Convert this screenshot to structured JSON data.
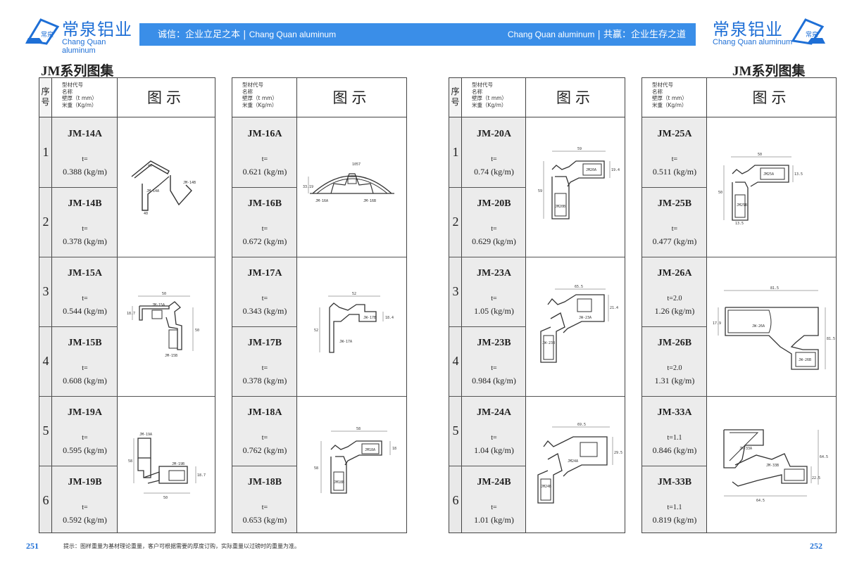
{
  "brand": {
    "name_cn": "常泉铝业",
    "name_en": "Chang Quan aluminum",
    "mark_text": "常泉"
  },
  "header": {
    "left_slogan": "诚信：企业立足之本",
    "left_en": "Chang Quan aluminum",
    "right_en": "Chang Quan aluminum",
    "right_slogan": "共赢：企业生存之道",
    "divider": "|"
  },
  "section_title": "JM系列图集",
  "table_header": {
    "seq": "序号",
    "spec_lines": [
      "型材代号",
      "名称",
      "壁厚（t mm）",
      "米重（Kg/m）"
    ],
    "figure": "图示"
  },
  "pages": [
    {
      "page_number": "251",
      "blocks": [
        {
          "with_seq": true,
          "items": [
            {
              "seq": "1",
              "code": "JM-14A",
              "t": "t=",
              "weight": "0.388 (kg/m)"
            },
            {
              "seq": "2",
              "code": "JM-14B",
              "t": "t=",
              "weight": "0.378 (kg/m)"
            },
            {
              "seq": "3",
              "code": "JM-15A",
              "t": "t=",
              "weight": "0.544 (kg/m)"
            },
            {
              "seq": "4",
              "code": "JM-15B",
              "t": "t=",
              "weight": "0.608 (kg/m)"
            },
            {
              "seq": "5",
              "code": "JM-19A",
              "t": "t=",
              "weight": "0.595 (kg/m)"
            },
            {
              "seq": "6",
              "code": "JM-19B",
              "t": "t=",
              "weight": "0.592 (kg/m)"
            }
          ],
          "figures": [
            {
              "labels": [
                "JM-14A",
                "JM-14B",
                "40",
                "40"
              ]
            },
            {
              "labels": [
                "JM-15A",
                "JM-15B",
                "50",
                "50",
                "18.7"
              ]
            },
            {
              "labels": [
                "JM-19A",
                "JM-19B",
                "58",
                "50",
                "18.7"
              ]
            }
          ]
        },
        {
          "with_seq": false,
          "items": [
            {
              "code": "JM-16A",
              "t": "t=",
              "weight": "0.621 (kg/m)"
            },
            {
              "code": "JM-16B",
              "t": "t=",
              "weight": "0.672 (kg/m)"
            },
            {
              "code": "JM-17A",
              "t": "t=",
              "weight": "0.343 (kg/m)"
            },
            {
              "code": "JM-17B",
              "t": "t=",
              "weight": "0.378 (kg/m)"
            },
            {
              "code": "JM-18A",
              "t": "t=",
              "weight": "0.762 (kg/m)"
            },
            {
              "code": "JM-18B",
              "t": "t=",
              "weight": "0.653 (kg/m)"
            }
          ],
          "figures": [
            {
              "labels": [
                "JM-16A",
                "JM-16B",
                "1057",
                "33.19"
              ]
            },
            {
              "labels": [
                "JW-17A",
                "JW-17B",
                "52",
                "52",
                "18.4"
              ]
            },
            {
              "labels": [
                "JM18A",
                "JM18B",
                "58",
                "58",
                "18"
              ]
            }
          ]
        }
      ]
    },
    {
      "page_number": "252",
      "blocks": [
        {
          "with_seq": true,
          "items": [
            {
              "seq": "1",
              "code": "JM-20A",
              "t": "t=",
              "weight": "0.74 (kg/m)"
            },
            {
              "seq": "2",
              "code": "JM-20B",
              "t": "t=",
              "weight": "0.629 (kg/m)"
            },
            {
              "seq": "3",
              "code": "JM-23A",
              "t": "t=",
              "weight": "1.05 (kg/m)"
            },
            {
              "seq": "4",
              "code": "JM-23B",
              "t": "t=",
              "weight": "0.984 (kg/m)"
            },
            {
              "seq": "5",
              "code": "JM-24A",
              "t": "t=",
              "weight": "1.04 (kg/m)"
            },
            {
              "seq": "6",
              "code": "JM-24B",
              "t": "t=",
              "weight": "1.01 (kg/m)"
            }
          ],
          "figures": [
            {
              "labels": [
                "JM20A",
                "JM20B",
                "59",
                "59",
                "19.4"
              ]
            },
            {
              "labels": [
                "JW-23A",
                "JW-23B",
                "65.5",
                "21.4"
              ]
            },
            {
              "labels": [
                "JM24A",
                "JM24B",
                "69.5",
                "29.5"
              ]
            }
          ]
        },
        {
          "with_seq": false,
          "items": [
            {
              "code": "JM-25A",
              "t": "t=",
              "weight": "0.511 (kg/m)"
            },
            {
              "code": "JM-25B",
              "t": "t=",
              "weight": "0.477 (kg/m)"
            },
            {
              "code": "JM-26A",
              "t": "t=2.0",
              "weight": "1.26 (kg/m)"
            },
            {
              "code": "JM-26B",
              "t": "t=2.0",
              "weight": "1.31 (kg/m)"
            },
            {
              "code": "JM-33A",
              "t": "t=1.1",
              "weight": "0.846 (kg/m)"
            },
            {
              "code": "JM-33B",
              "t": "t=1.1",
              "weight": "0.819 (kg/m)"
            }
          ],
          "figures": [
            {
              "labels": [
                "JM25A",
                "JM25B",
                "50",
                "50",
                "13.5",
                "13.5"
              ]
            },
            {
              "labels": [
                "JW-26A",
                "JW-26B",
                "81.5",
                "81.5",
                "17.9"
              ]
            },
            {
              "labels": [
                "JM-33A",
                "JM-33B",
                "64.5",
                "64.5",
                "22.5"
              ]
            }
          ]
        }
      ]
    }
  ],
  "footnote": "提示：图样重量为基材理论重量，客户可根据需要的厚度订购，实际重量以过磅时的重量为准。"
}
